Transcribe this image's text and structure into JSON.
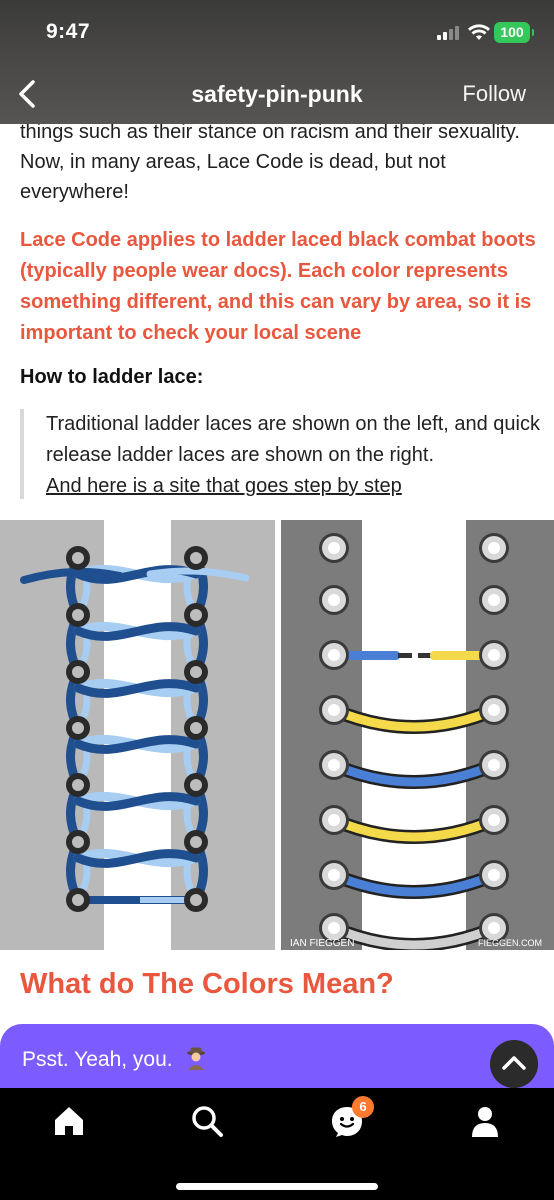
{
  "status_bar": {
    "time": "9:47",
    "battery": "100"
  },
  "header": {
    "blog_name": "safety-pin-punk",
    "follow_label": "Follow",
    "back_icon": "chevron-left-icon"
  },
  "post": {
    "intro_text": "things such as their stance on racism and their sexuality. Now, in many areas, Lace Code is dead, but not everywhere!",
    "highlight_text": "Lace Code applies to ladder laced black combat boots (typically people wear docs). Each color represents something different, and this can vary by area, so it is important to check your local scene",
    "how_to_heading": "How to ladder lace:",
    "quote_text": "Traditional ladder laces are shown on the left, and quick release ladder laces are shown on the right.",
    "quote_link": "And here is a site that goes step by step",
    "image": {
      "left_panel": "traditional ladder lacing (dark blue and light blue)",
      "right_panel": "quick release ladder lacing (blue, yellow and grey)",
      "watermark_left": "IAN FIEGGEN",
      "watermark_right": "FIEGGEN.COM"
    },
    "colors_heading": "What do The Colors Mean?"
  },
  "banner": {
    "text": "Psst. Yeah, you.",
    "emoji_icon": "detective-icon",
    "scroll_top_icon": "chevron-up-icon"
  },
  "tab_bar": {
    "items": [
      "home",
      "search",
      "activity",
      "account"
    ],
    "activity_badge": "6"
  },
  "colors": {
    "accent": "#e8573e",
    "banner": "#7c5cff",
    "battery": "#34c759",
    "badge": "#ff7a2f"
  }
}
